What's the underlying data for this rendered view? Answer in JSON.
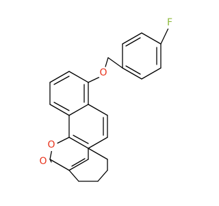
{
  "molecule": {
    "atom_labels": {
      "fluorine": "F",
      "ether_oxygen": "O",
      "ring_oxygen": "O",
      "carbonyl_oxygen": "O"
    },
    "colors": {
      "bond": "#000000",
      "fluorine": "#8cb83a",
      "oxygen": "#e8331c",
      "background": "#ffffff"
    }
  }
}
